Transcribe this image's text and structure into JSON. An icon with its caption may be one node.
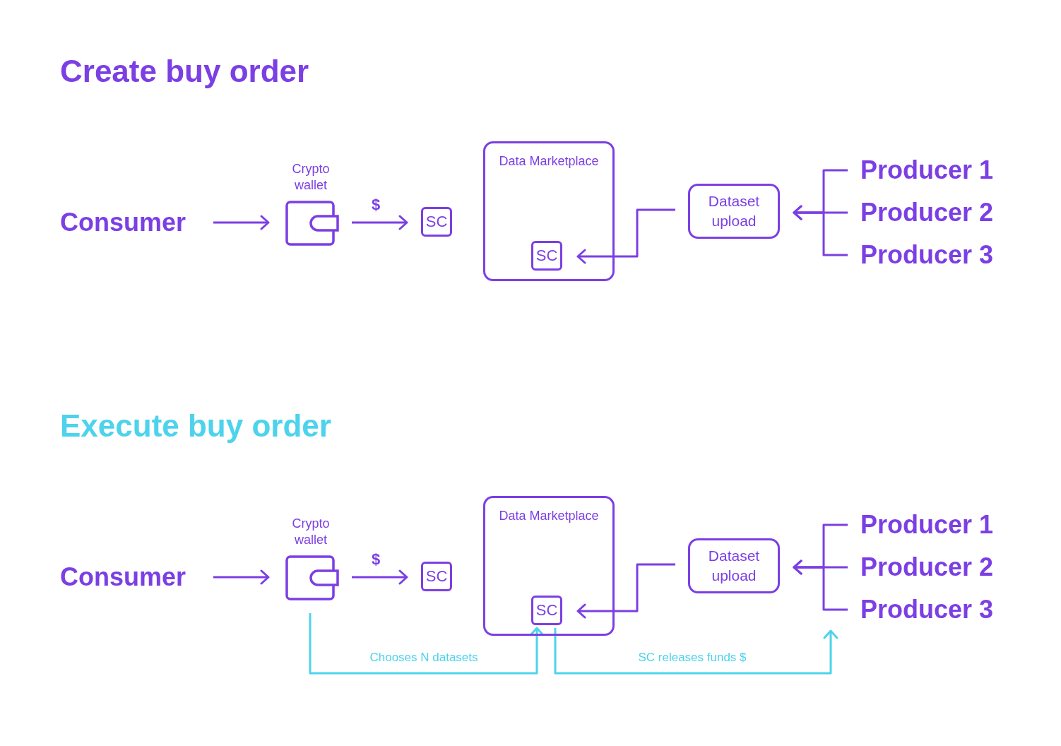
{
  "diagram": {
    "nodes": [
      {
        "text": [
          "Consumer"
        ]
      },
      {
        "text": [
          "Crypto wallet"
        ]
      },
      {
        "text": [
          "SC"
        ]
      },
      {
        "text": [
          "Data Marketplace"
        ]
      },
      {
        "text": [
          "SC"
        ],
        "in": 3
      },
      {
        "text": [
          "Dataset upload"
        ]
      },
      {
        "text": [
          "Producer 1"
        ]
      },
      {
        "text": [
          "Producer 2"
        ]
      },
      {
        "text": [
          "Producer 3"
        ]
      },
      {
        "text": [
          "Consumer"
        ]
      },
      {
        "text": [
          "Crypto wallet"
        ]
      },
      {
        "text": [
          "SC"
        ]
      },
      {
        "text": [
          "Data Marketplace"
        ]
      },
      {
        "text": [
          "SC"
        ],
        "in": 12
      },
      {
        "text": [
          "Dataset upload"
        ]
      },
      {
        "text": [
          "Producer 1"
        ]
      },
      {
        "text": [
          "Producer 2"
        ]
      },
      {
        "text": [
          "Producer 3"
        ]
      }
    ],
    "edges": [
      {
        "from": 0,
        "to": 1,
        "arrow": "to"
      },
      {
        "from": 1,
        "to": 2,
        "arrow": "to",
        "label": "$"
      },
      {
        "from": 5,
        "to": 4,
        "arrow": "to"
      },
      {
        "from": 6,
        "to": 5,
        "arrow": "to"
      },
      {
        "from": 7,
        "to": 5,
        "arrow": "to"
      },
      {
        "from": 8,
        "to": 5,
        "arrow": "to"
      },
      {
        "from": 9,
        "to": 10,
        "arrow": "to"
      },
      {
        "from": 10,
        "to": 11,
        "arrow": "to",
        "label": "$"
      },
      {
        "from": 14,
        "to": 13,
        "arrow": "to"
      },
      {
        "from": 15,
        "to": 14,
        "arrow": "to"
      },
      {
        "from": 16,
        "to": 14,
        "arrow": "to"
      },
      {
        "from": 17,
        "to": 14,
        "arrow": "to"
      },
      {
        "from": 10,
        "to": 13,
        "arrow": "to",
        "label": "Chooses N datasets",
        "color": "#4dd3ec"
      },
      {
        "from": 13,
        "to": 17,
        "arrow": "to",
        "label": "SC releases funds $",
        "color": "#4dd3ec"
      }
    ],
    "labels": [
      "Create buy order",
      "Execute buy order"
    ]
  }
}
